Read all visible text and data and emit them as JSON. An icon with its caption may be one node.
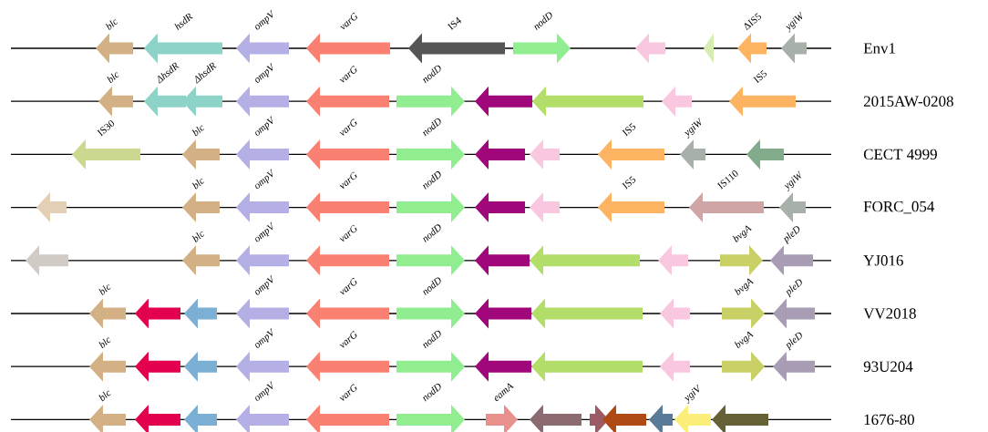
{
  "diagram": {
    "nodes": [
      {
        "text": [
          "blc"
        ]
      },
      {
        "text": [
          "hsdR"
        ]
      },
      {
        "text": [
          "ompV"
        ]
      },
      {
        "text": [
          "varG"
        ]
      },
      {
        "text": [
          "IS4"
        ]
      },
      {
        "text": [
          "nodD"
        ]
      },
      {
        "text": [],
        "shape": "arrow"
      },
      {
        "text": [],
        "shape": "arrow"
      },
      {
        "text": [
          "ΔIS5"
        ]
      },
      {
        "text": [
          "ygiW"
        ]
      },
      {
        "text": [
          "blc"
        ]
      },
      {
        "text": [
          "ΔhsdR"
        ]
      },
      {
        "text": [
          "ΔhsdR"
        ]
      },
      {
        "text": [
          "ompV"
        ]
      },
      {
        "text": [
          "varG"
        ]
      },
      {
        "text": [
          "nodD"
        ]
      },
      {
        "text": [],
        "shape": "arrow"
      },
      {
        "text": [],
        "shape": "arrow"
      },
      {
        "text": [],
        "shape": "arrow"
      },
      {
        "text": [
          "IS5"
        ]
      },
      {
        "text": [
          "IS30"
        ]
      },
      {
        "text": [
          "blc"
        ]
      },
      {
        "text": [
          "ompV"
        ]
      },
      {
        "text": [
          "varG"
        ]
      },
      {
        "text": [
          "nodD"
        ]
      },
      {
        "text": [],
        "shape": "arrow"
      },
      {
        "text": [],
        "shape": "arrow"
      },
      {
        "text": [
          "IS5"
        ]
      },
      {
        "text": [
          "ygiW"
        ]
      },
      {
        "text": [],
        "shape": "arrow"
      },
      {
        "text": [],
        "shape": "arrow"
      },
      {
        "text": [
          "blc"
        ]
      },
      {
        "text": [
          "ompV"
        ]
      },
      {
        "text": [
          "varG"
        ]
      },
      {
        "text": [
          "nodD"
        ]
      },
      {
        "text": [],
        "shape": "arrow"
      },
      {
        "text": [],
        "shape": "arrow"
      },
      {
        "text": [
          "IS5"
        ]
      },
      {
        "text": [
          "IS110"
        ]
      },
      {
        "text": [
          "ygiW"
        ]
      },
      {
        "text": [],
        "shape": "arrow"
      },
      {
        "text": [
          "blc"
        ]
      },
      {
        "text": [
          "ompV"
        ]
      },
      {
        "text": [
          "varG"
        ]
      },
      {
        "text": [
          "nodD"
        ]
      },
      {
        "text": [],
        "shape": "arrow"
      },
      {
        "text": [],
        "shape": "arrow"
      },
      {
        "text": [],
        "shape": "arrow"
      },
      {
        "text": [
          "bvgA"
        ]
      },
      {
        "text": [
          "pleD"
        ]
      },
      {
        "text": [
          "blc"
        ]
      },
      {
        "text": [],
        "shape": "arrow"
      },
      {
        "text": [],
        "shape": "arrow"
      },
      {
        "text": [
          "ompV"
        ]
      },
      {
        "text": [
          "varG"
        ]
      },
      {
        "text": [
          "nodD"
        ]
      },
      {
        "text": [],
        "shape": "arrow"
      },
      {
        "text": [],
        "shape": "arrow"
      },
      {
        "text": [],
        "shape": "arrow"
      },
      {
        "text": [
          "bvgA"
        ]
      },
      {
        "text": [
          "pleD"
        ]
      },
      {
        "text": [
          "blc"
        ]
      },
      {
        "text": [],
        "shape": "arrow"
      },
      {
        "text": [],
        "shape": "arrow"
      },
      {
        "text": [
          "ompV"
        ]
      },
      {
        "text": [
          "varG"
        ]
      },
      {
        "text": [
          "nodD"
        ]
      },
      {
        "text": [],
        "shape": "arrow"
      },
      {
        "text": [],
        "shape": "arrow"
      },
      {
        "text": [],
        "shape": "arrow"
      },
      {
        "text": [
          "bvgA"
        ]
      },
      {
        "text": [
          "pleD"
        ]
      },
      {
        "text": [
          "blc"
        ]
      },
      {
        "text": [],
        "shape": "arrow"
      },
      {
        "text": [],
        "shape": "arrow"
      },
      {
        "text": [
          "ompV"
        ]
      },
      {
        "text": [
          "varG"
        ]
      },
      {
        "text": [
          "nodD"
        ]
      },
      {
        "text": [
          "eamA"
        ]
      },
      {
        "text": [],
        "shape": "arrow"
      },
      {
        "text": [],
        "shape": "arrow"
      },
      {
        "text": [],
        "shape": "arrow"
      },
      {
        "text": [],
        "shape": "arrow"
      },
      {
        "text": [
          "ygiV"
        ]
      },
      {
        "text": [],
        "shape": "arrow"
      }
    ],
    "labels": [
      "Env1",
      "2015AW-0208",
      "CECT 4999",
      "FORC_054",
      "YJ016",
      "VV2018",
      "93U204",
      "1676-80"
    ]
  }
}
